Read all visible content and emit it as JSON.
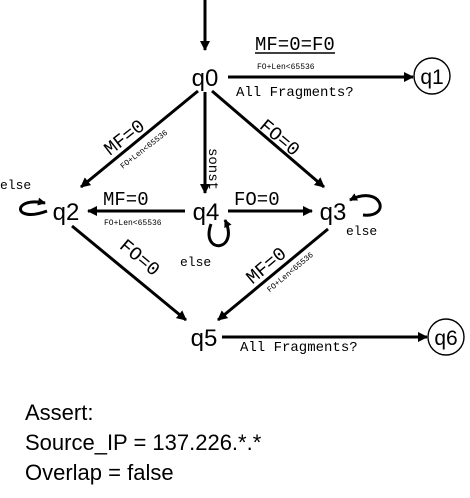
{
  "states": [
    "q0",
    "q1",
    "q2",
    "q3",
    "q4",
    "q5",
    "q6"
  ],
  "labels": {
    "q0_q1_main": "MF=0=F0",
    "q0_q1_cond": "FO+Len<65536",
    "q0_q1_sub": "All Fragments?",
    "q0_q2_main": "MF=0",
    "q0_q2_cond": "FO+Len<65536",
    "q0_q4": "sonst",
    "q0_q3": "FO=0",
    "q4_q2_main": "MF=0",
    "q4_q2_cond": "FO+Len<65536",
    "q4_q3": "FO=0",
    "q2_q5": "FO=0",
    "q3_q5_main": "MF=0",
    "q3_q5_cond": "FO+Len<65536",
    "q5_q6": "All Fragments?",
    "else": "else"
  },
  "assert": {
    "title": "Assert:",
    "line1": "Source_IP = 137.226.*.*",
    "line2": "Overlap = false"
  }
}
